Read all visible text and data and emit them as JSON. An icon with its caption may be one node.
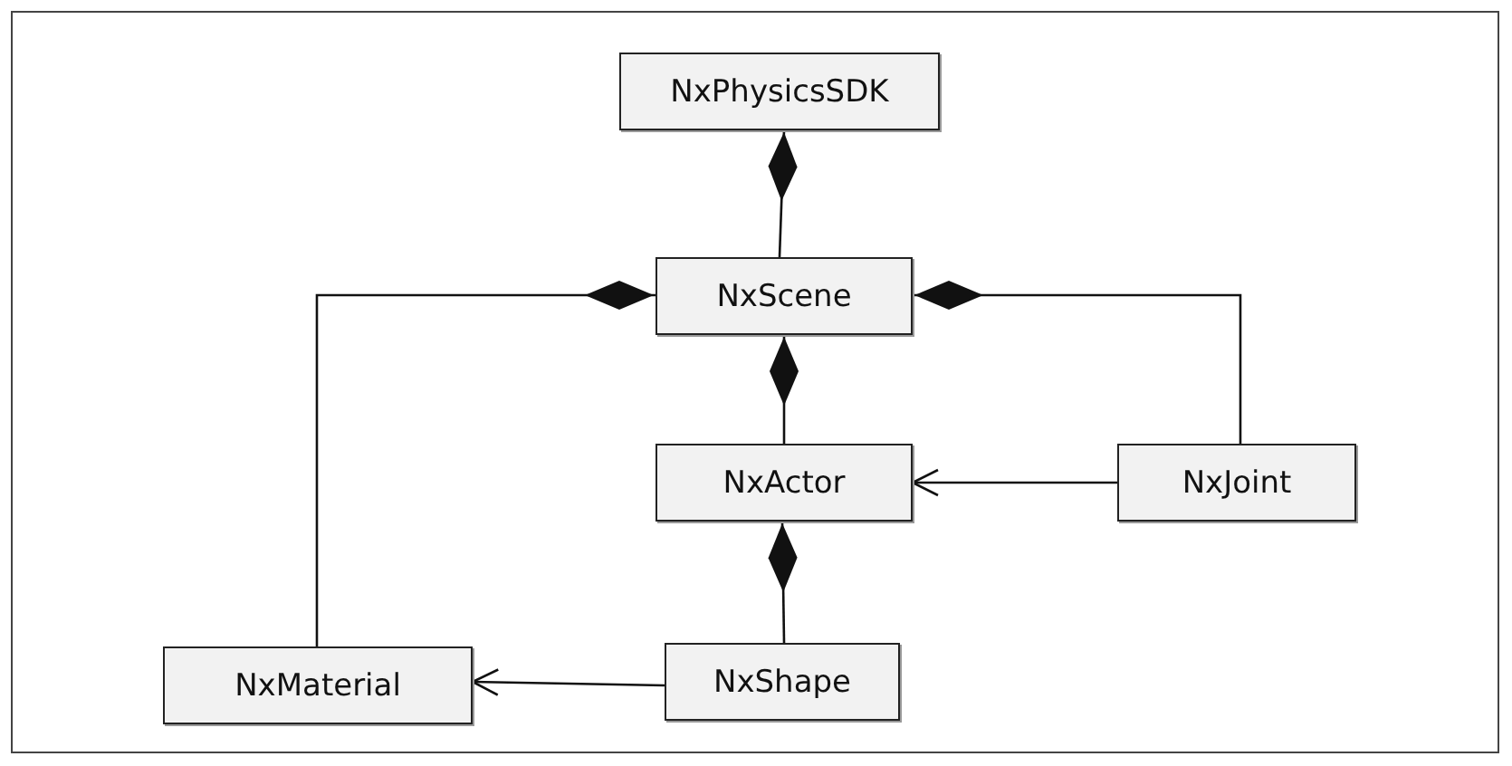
{
  "diagram": {
    "nodes": [
      {
        "text": [
          "NxPhysicsSDK"
        ]
      },
      {
        "text": [
          "NxScene"
        ]
      },
      {
        "text": [
          "NxActor"
        ]
      },
      {
        "text": [
          "NxJoint"
        ]
      },
      {
        "text": [
          "NxMaterial"
        ]
      },
      {
        "text": [
          "NxShape"
        ]
      }
    ],
    "edges": [
      {
        "from": 1,
        "to": 0,
        "arrow": "other"
      },
      {
        "from": 4,
        "to": 1,
        "arrow": "other"
      },
      {
        "from": 3,
        "to": 1,
        "arrow": "other"
      },
      {
        "from": 2,
        "to": 1,
        "arrow": "other"
      },
      {
        "from": 5,
        "to": 2,
        "arrow": "other"
      },
      {
        "from": 3,
        "to": 2,
        "arrow": "to"
      },
      {
        "from": 5,
        "to": 4,
        "arrow": "to"
      }
    ]
  }
}
